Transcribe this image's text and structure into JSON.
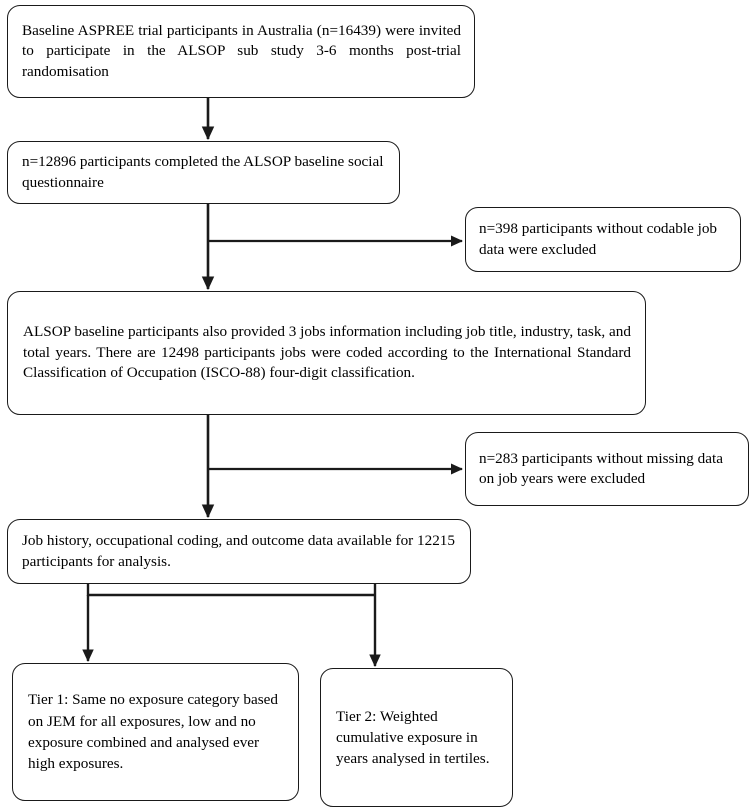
{
  "diagram": {
    "title": "ALSOP sub study participant flow diagram",
    "type": "flowchart",
    "line_color": "#1a1a1a",
    "background_color": "#ffffff",
    "nodes": {
      "recruitment": {
        "text": "Baseline ASPREE trial participants in Australia (n=16439) were invited to participate in the ALSOP sub study 3-6 months post-trial randomisation",
        "count": 16439
      },
      "baseline_questionnaire": {
        "text": "n=12896 participants completed the ALSOP baseline social questionnaire",
        "count": 12896
      },
      "excluded_no_codable_job": {
        "text": "n=398 participants without codable job data were excluded",
        "count": 398
      },
      "job_coding": {
        "text": "ALSOP baseline participants also provided 3 jobs information including job title, industry, task, and total years. There are 12498 participants jobs were coded according to the International Standard Classification of Occupation (ISCO-88) four-digit classification.",
        "count": 12498
      },
      "excluded_missing_job_years": {
        "text": "n=283 participants without missing data on job years were excluded",
        "count": 283
      },
      "analysis_dataset": {
        "text": "Job history, occupational coding, and outcome data available for 12215 participants for analysis.",
        "count": 12215
      },
      "tier1": {
        "text": "Tier 1: Same no exposure category based on JEM for all exposures, low and no exposure combined and analysed ever high exposures."
      },
      "tier2": {
        "text": "Tier 2: Weighted cumulative exposure in years analysed in tertiles."
      }
    }
  }
}
